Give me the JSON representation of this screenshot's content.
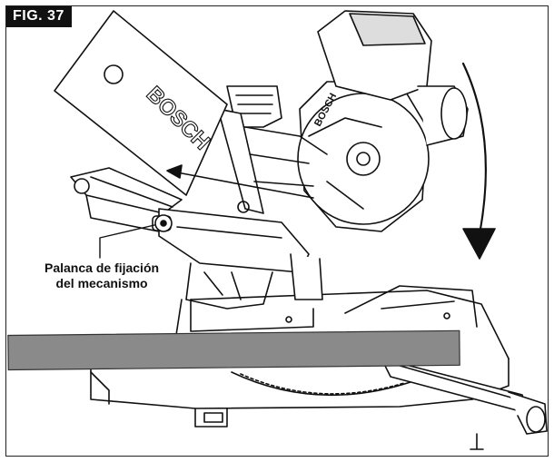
{
  "figure": {
    "label": "FIG. 37"
  },
  "callout": {
    "line1": "Palanca de fijación",
    "line2": "del mecanismo"
  },
  "guard": {
    "brand": "BOSCH"
  },
  "motor": {
    "brand": "BOSCH"
  },
  "colors": {
    "ink": "#111111",
    "board": "#8a8a8a",
    "background": "#ffffff"
  }
}
